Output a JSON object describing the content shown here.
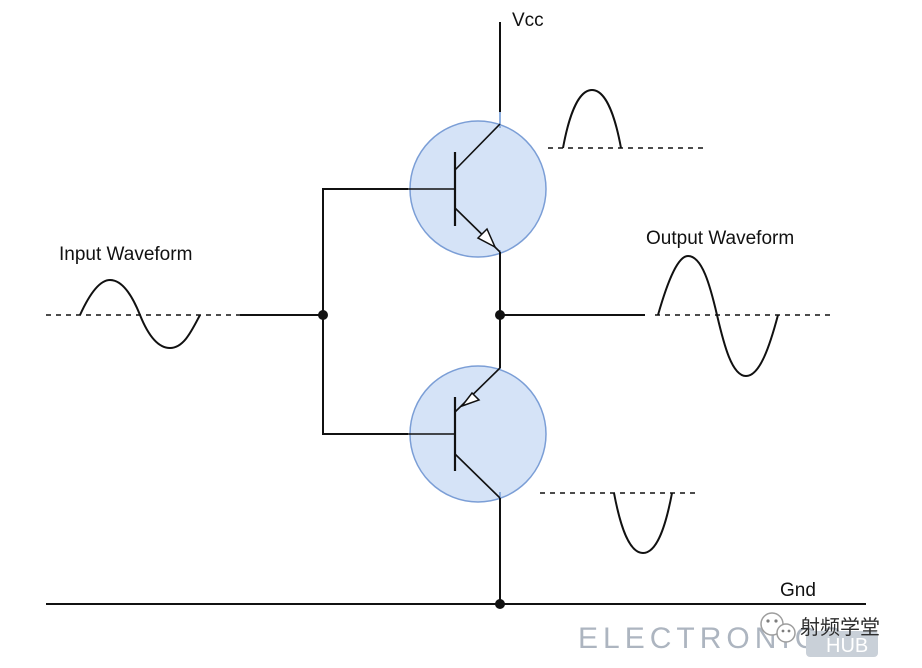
{
  "labels": {
    "vcc": "Vcc",
    "gnd": "Gnd",
    "input": "Input Waveform",
    "output": "Output Waveform"
  },
  "watermark": {
    "brand": "ELECTRONICS",
    "brand_suffix": "HUB",
    "account": "射频学堂",
    "icon": "wechat-icon"
  },
  "colors": {
    "transistor_fill": "#d5e3f7",
    "transistor_outline": "#7b9ed6",
    "wire": "#111111"
  }
}
